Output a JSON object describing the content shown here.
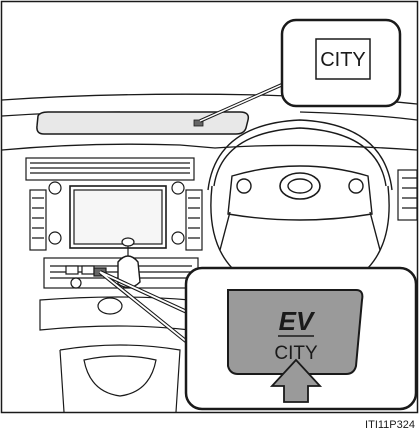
{
  "callouts": {
    "display_indicator": {
      "text": "CITY"
    },
    "switch_closeup": {
      "ev_text": "EV",
      "city_text": "CITY"
    }
  },
  "figure_code": "ITI11P324",
  "colors": {
    "line": "#1a1a1a",
    "switch_fill": "#9a9a9a",
    "arrow_fill": "#9a9a9a",
    "background": "#ffffff"
  }
}
